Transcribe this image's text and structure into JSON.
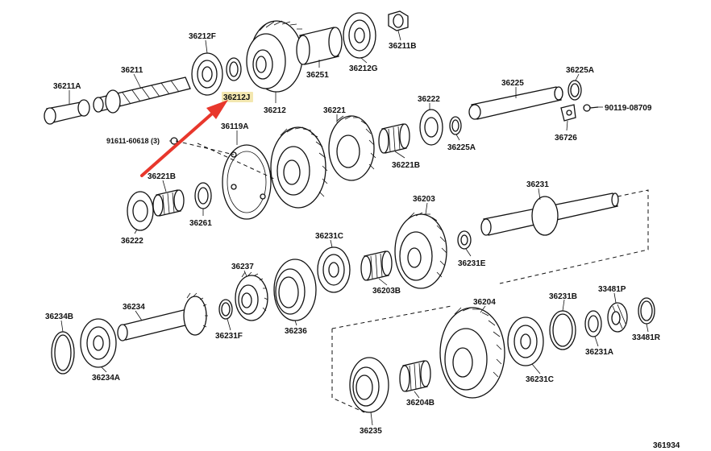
{
  "labels": {
    "p36212F": "36212F",
    "p36211B": "36211B",
    "p36211": "36211",
    "p36251": "36251",
    "p36212G": "36212G",
    "p36211A": "36211A",
    "p36212J": "36212J",
    "p36212": "36212",
    "p36225A_top": "36225A",
    "p36225": "36225",
    "p36222_top": "36222",
    "p90119": "90119-08709",
    "p36221": "36221",
    "p36119A": "36119A",
    "p36225A_mid": "36225A",
    "p36726": "36726",
    "p91611": "91611-60618 (3)",
    "p36221B_mid": "36221B",
    "p36221B_left": "36221B",
    "p36231": "36231",
    "p36222_left": "36222",
    "p36261": "36261",
    "p36203": "36203",
    "p36231C_top": "36231C",
    "p36231E": "36231E",
    "p36237": "36237",
    "p36203B": "36203B",
    "p36234B": "36234B",
    "p36234": "36234",
    "p36231B": "36231B",
    "p33481P": "33481P",
    "p36204": "36204",
    "p36236": "36236",
    "p36231F": "36231F",
    "p33481R": "33481R",
    "p36231A": "36231A",
    "p36234A": "36234A",
    "p36231C_bot": "36231C",
    "p36204B": "36204B",
    "p36235": "36235",
    "ref": "361934"
  },
  "colors": {
    "arrow": "#e8372c",
    "highlight": "#f3e7b0",
    "ink": "#111111"
  }
}
